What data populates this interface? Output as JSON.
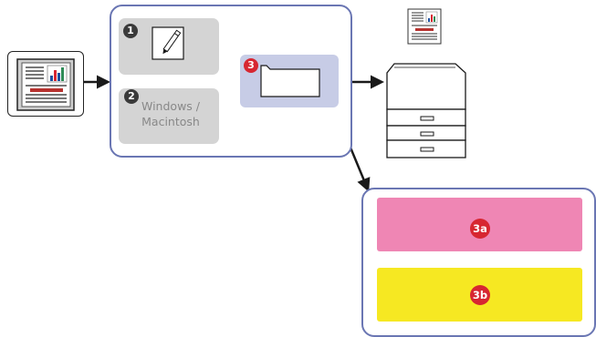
{
  "steps": {
    "step1": {
      "badge": "1"
    },
    "step2": {
      "badge": "2",
      "label_line1": "Windows /",
      "label_line2": "Macintosh"
    },
    "step3": {
      "badge": "3"
    }
  },
  "outputs": {
    "option_a": {
      "badge": "3a",
      "color": "#ef86b4"
    },
    "option_b": {
      "badge": "3b",
      "color": "#f6e822"
    }
  },
  "colors": {
    "frame": "#6a76b3",
    "card_gray": "#d4d4d4",
    "card_blue": "#c7cce6",
    "badge_red": "#d72631",
    "badge_dark": "#3a3a3a"
  },
  "icons": {
    "source_document": "document-icon",
    "edit": "pencil-page-icon",
    "folder": "folder-icon",
    "printed_document": "document-icon",
    "printer": "printer-icon"
  }
}
